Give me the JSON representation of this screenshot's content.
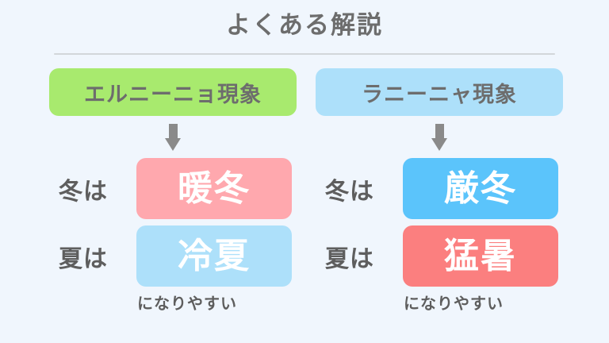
{
  "page": {
    "title": "よくある解説",
    "background_color": "#f0f6fd",
    "divider_color": "#d2d6da",
    "text_color": "#6d6d6d"
  },
  "columns": [
    {
      "header": {
        "label": "エルニーニョ現象",
        "background_color": "#a8ea6e",
        "text_color": "#6d6d6d"
      },
      "arrow": {
        "icon": "arrow-down-icon",
        "color": "#8a8a8a"
      },
      "rows": [
        {
          "label": "冬は",
          "value": "暖冬",
          "box_color": "#ffa8ae",
          "value_color": "#ffffff"
        },
        {
          "label": "夏は",
          "value": "冷夏",
          "box_color": "#ade0fa",
          "value_color": "#ffffff"
        }
      ],
      "caption": "になりやすい"
    },
    {
      "header": {
        "label": "ラニーニャ現象",
        "background_color": "#ade0fa",
        "text_color": "#6d6d6d"
      },
      "arrow": {
        "icon": "arrow-down-icon",
        "color": "#8a8a8a"
      },
      "rows": [
        {
          "label": "冬は",
          "value": "厳冬",
          "box_color": "#5bc4fb",
          "value_color": "#ffffff"
        },
        {
          "label": "夏は",
          "value": "猛暑",
          "box_color": "#fb7f7f",
          "value_color": "#ffffff"
        }
      ],
      "caption": "になりやすい"
    }
  ]
}
